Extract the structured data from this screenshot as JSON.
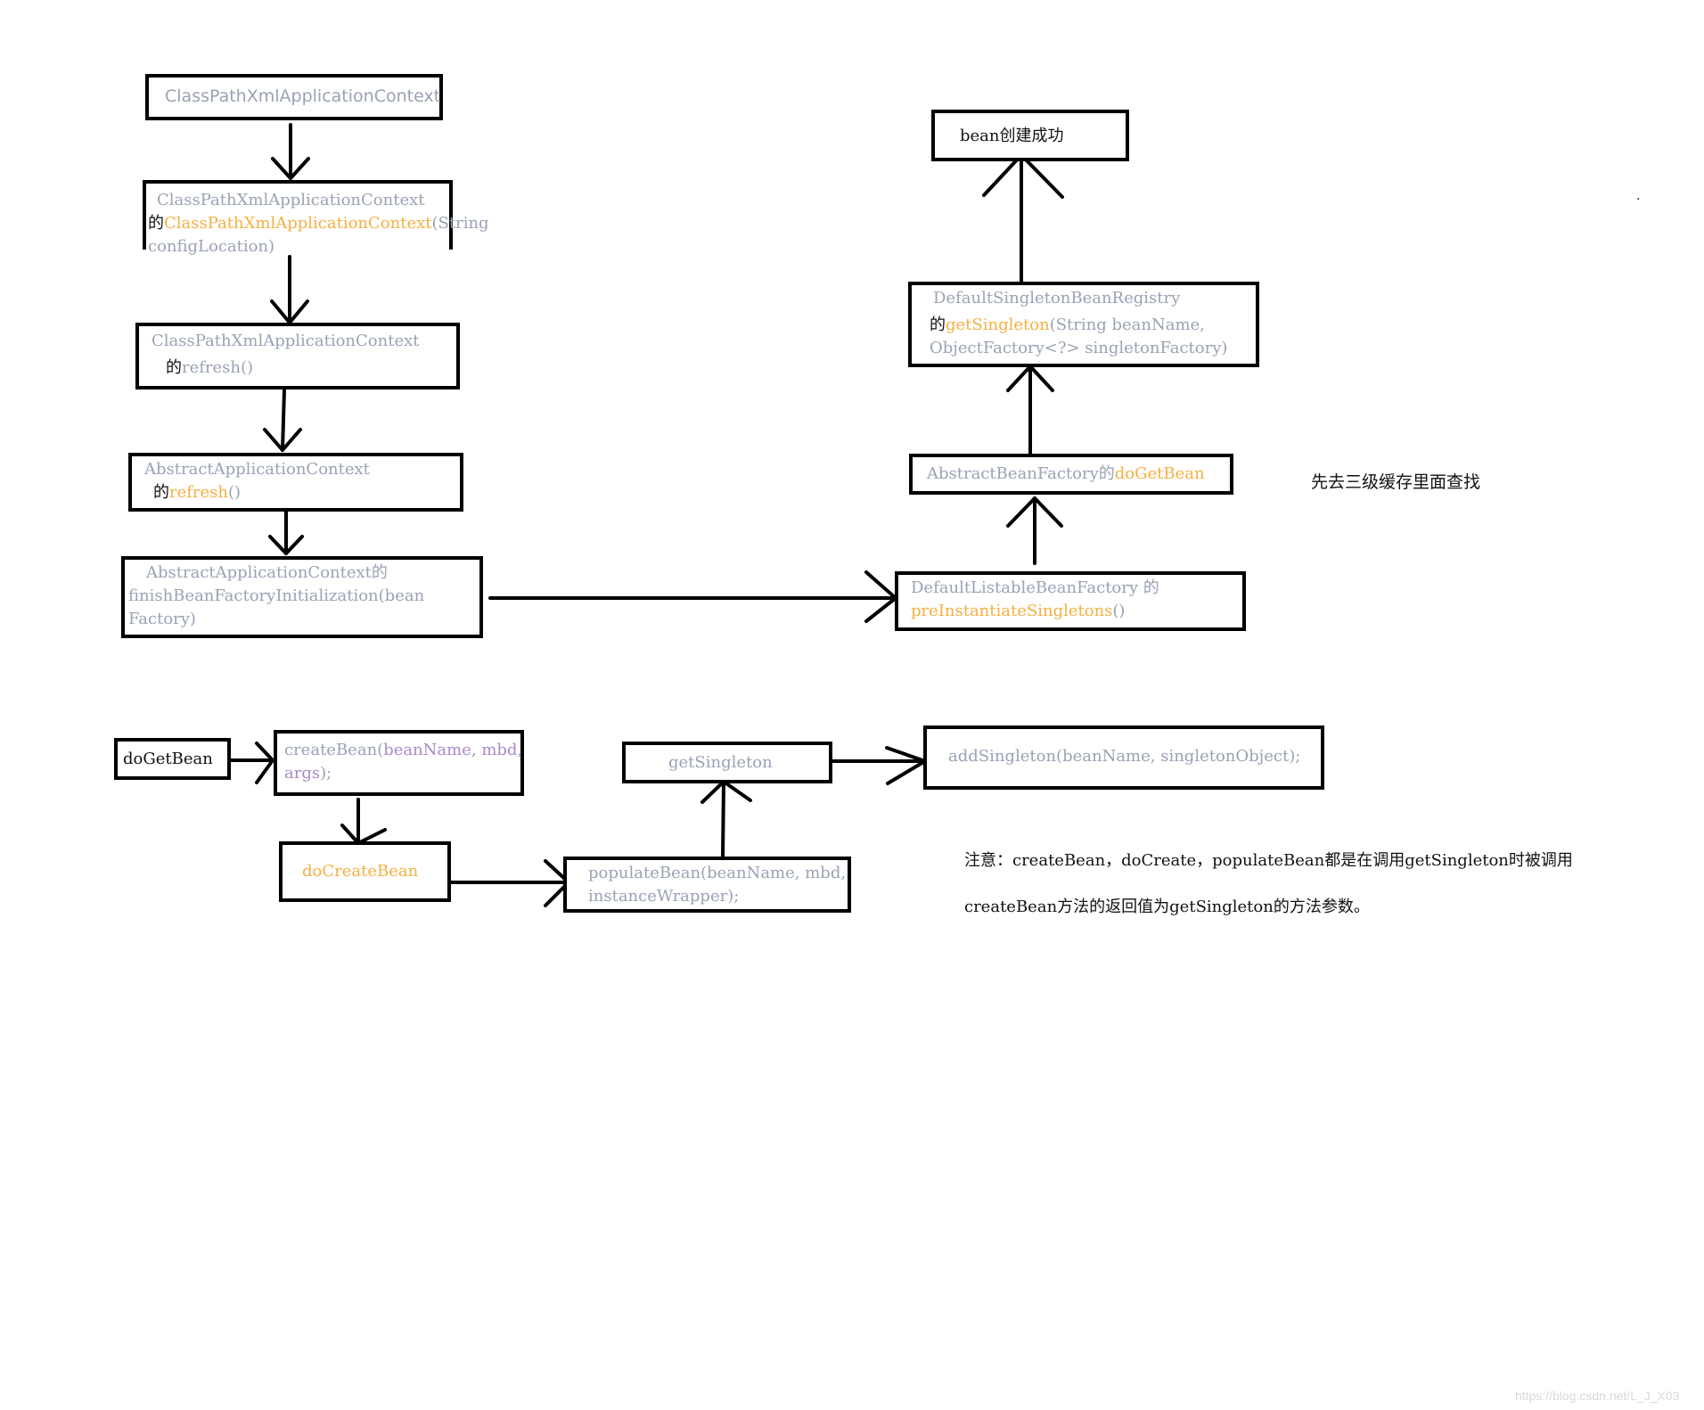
{
  "boxes": {
    "b1": {
      "text": "ClassPathXmlApplicationContext"
    },
    "b2": {
      "line1": "ClassPathXmlApplicationContext",
      "line2_prefix": "的",
      "line2_method": "ClassPathXmlApplicationContext",
      "line2_suffix": "(String",
      "line3": "configLocation)"
    },
    "b3": {
      "line1": "ClassPathXmlApplicationContext",
      "line2_prefix": "的",
      "line2_method": "refresh()"
    },
    "b4": {
      "line1": "AbstractApplicationContext",
      "line2_prefix": "的",
      "line2_method": "refresh",
      "line2_suffix": "()"
    },
    "b5": {
      "line1": "AbstractApplicationContext的",
      "line2": "finishBeanFactoryInitialization(bean",
      "line3": "Factory)"
    },
    "b6": {
      "line1": "DefaultListableBeanFactory 的",
      "line2_method": "preInstantiateSingletons",
      "line2_suffix": "()"
    },
    "b7": {
      "prefix": "AbstractBeanFactory的",
      "method": "doGetBean"
    },
    "b8": {
      "line1": "DefaultSingletonBeanRegistry",
      "line2_prefix": "的",
      "line2_method": "getSingleton",
      "line2_suffix": "(String beanName,",
      "line3": "ObjectFactory<?> singletonFactory)"
    },
    "b9": {
      "text": "bean创建成功"
    },
    "c1": {
      "text": "doGetBean"
    },
    "c2": {
      "line1_a": "createBean(",
      "line1_b": "beanName, mbd,",
      "line2_a": "args",
      "line2_b": ");"
    },
    "c3": {
      "text": "doCreateBean"
    },
    "c4": {
      "line1_a": "populateBean(",
      "line1_b": "beanName, mbd,",
      "line2": "instanceWrapper);"
    },
    "c5": {
      "text": "getSingleton"
    },
    "c6": {
      "text": "addSingleton(beanName, singletonObject);"
    }
  },
  "notes": {
    "cache_note": "先去三级缓存里面查找",
    "note_line1": "注意：createBean，doCreate，populateBean都是在调用getSingleton时被调用",
    "note_line2": "createBean方法的返回值为getSingleton的方法参数。",
    "dot": "."
  },
  "watermark": "https://blog.csdn.net/L_J_X03",
  "colors": {
    "border": "#000000",
    "gray_text": "#9aa2b4",
    "orange_text": "#f5b041",
    "purple_text": "#a989c9"
  }
}
